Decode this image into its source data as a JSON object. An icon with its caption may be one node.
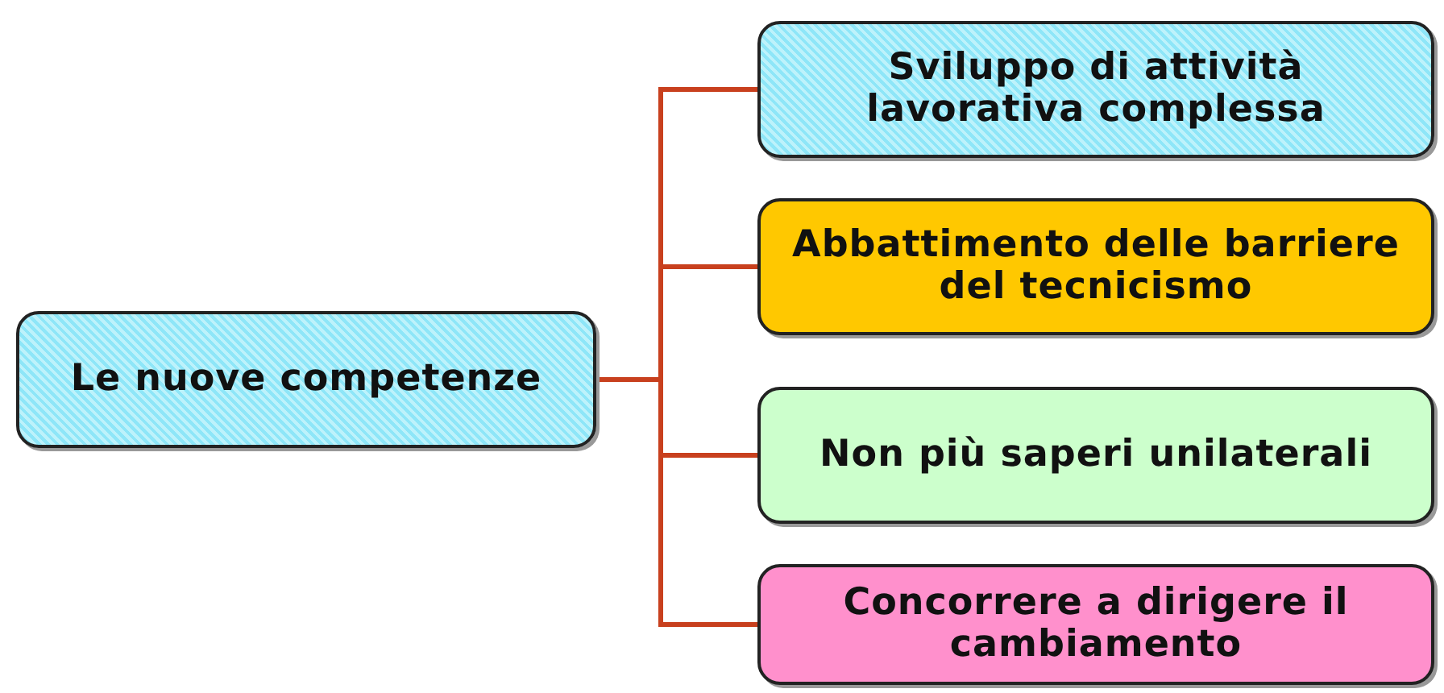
{
  "diagram": {
    "nodes": [
      {
        "text": [
          "Le nuove competenze"
        ]
      },
      {
        "text": [
          "Sviluppo di attività lavorativa complessa"
        ]
      },
      {
        "text": [
          "Abbattimento delle barriere del tecnicismo"
        ]
      },
      {
        "text": [
          "Non più saperi unilaterali"
        ]
      },
      {
        "text": [
          "Concorrere a dirigere il cambiamento"
        ]
      }
    ],
    "edges": [
      {
        "from": 0,
        "to": 1,
        "arrow": "none"
      },
      {
        "from": 0,
        "to": 2,
        "arrow": "none"
      },
      {
        "from": 0,
        "to": 3,
        "arrow": "none"
      },
      {
        "from": 0,
        "to": 4,
        "arrow": "none"
      }
    ]
  }
}
